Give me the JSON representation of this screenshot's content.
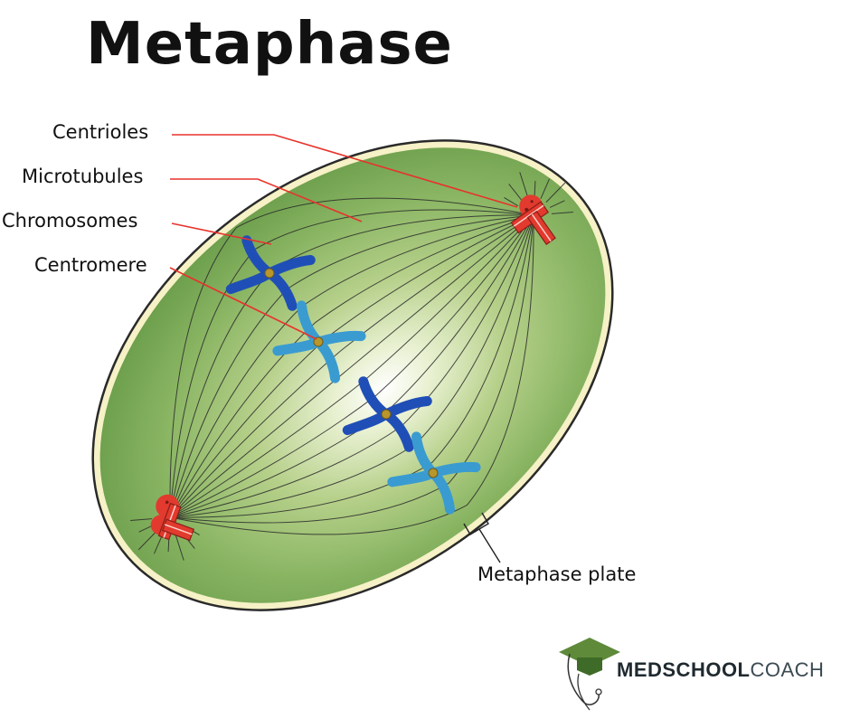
{
  "title": "Metaphase",
  "labels": {
    "centrioles": "Centrioles",
    "microtubules": "Microtubules",
    "chromosomes": "Chromosomes",
    "centromere": "Centromere",
    "metaphase_plate": "Metaphase plate"
  },
  "logo": {
    "bold_part": "MEDSCHOOL",
    "light_part": "COACH"
  },
  "colors": {
    "cell_fill": "#7fae5a",
    "cell_center": "#ffffff",
    "membrane": "#f4efc0",
    "chromosome_dark": "#1f4fb6",
    "chromosome_light": "#3a9bd1",
    "centromere": "#b8962b",
    "centriole": "#e23a2e",
    "leader_line": "#e8322c",
    "logo_green": "#5e8a3a"
  },
  "icons": [
    "centriole-icon",
    "graduation-cap-logo-icon"
  ]
}
